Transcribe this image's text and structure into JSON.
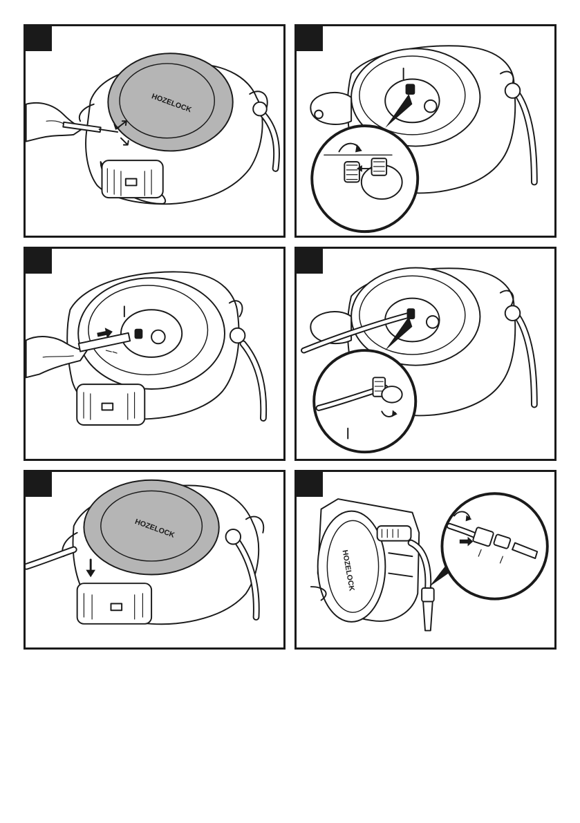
{
  "document": {
    "panels": [
      {
        "step_label": "",
        "logo_text": "HOZELOCK"
      },
      {
        "step_label": ""
      },
      {
        "step_label": ""
      },
      {
        "step_label": ""
      },
      {
        "step_label": "",
        "logo_text": "HOZELOCK"
      },
      {
        "step_label": "",
        "logo_text": "HOZELOCK"
      }
    ]
  }
}
